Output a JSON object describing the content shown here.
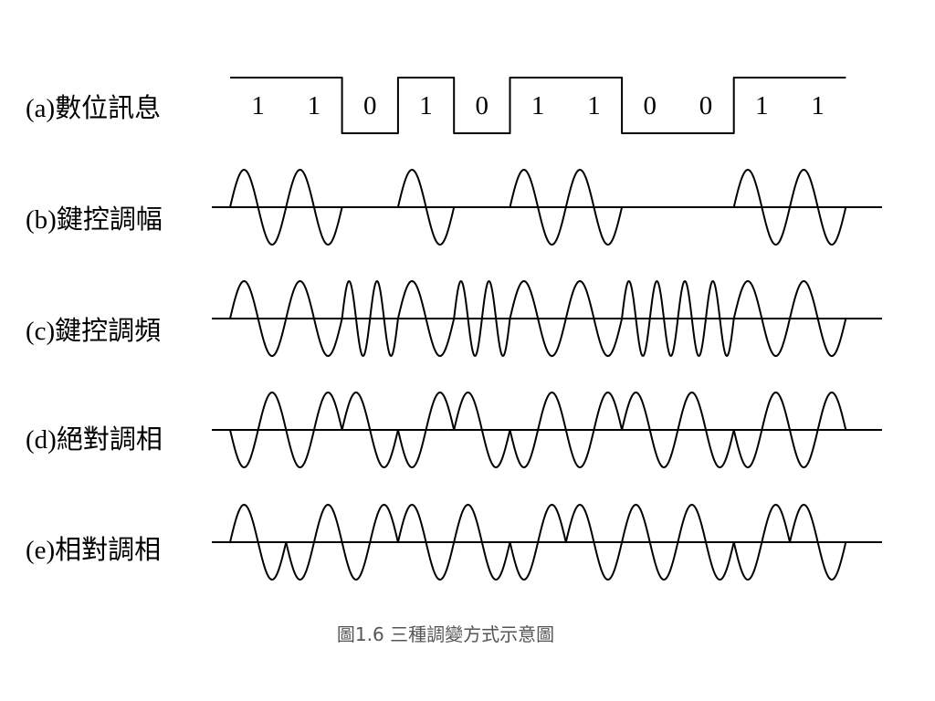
{
  "bits": [
    "1",
    "1",
    "0",
    "1",
    "0",
    "1",
    "1",
    "0",
    "0",
    "1",
    "1"
  ],
  "rows": [
    {
      "id": "digital",
      "label": "(a)數位訊息"
    },
    {
      "id": "ask",
      "label": "(b)鍵控調幅"
    },
    {
      "id": "fsk",
      "label": "(c)鍵控調頻"
    },
    {
      "id": "psk",
      "label": "(d)絕對調相"
    },
    {
      "id": "dpsk",
      "label": "(e)相對調相"
    }
  ],
  "caption": "圖1.6   三種調變方式示意圖",
  "colors": {
    "stroke": "#000000",
    "caption": "#555555",
    "background": "#ffffff"
  }
}
